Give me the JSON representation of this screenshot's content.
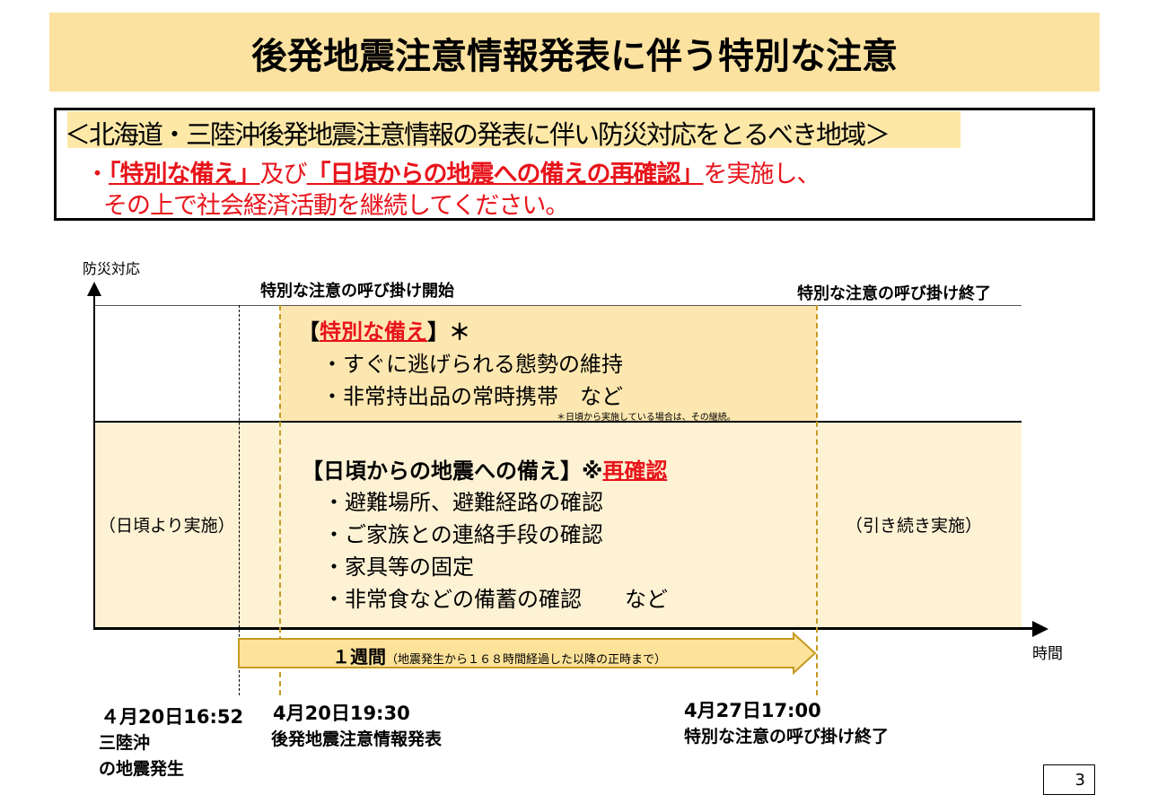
{
  "title": "後発地震注意情報発表に伴う特別な注意",
  "notice": {
    "heading": "＜北海道・三陸沖後発地震注意情報の発表に伴い防災対応をとるべき地域＞",
    "bullet": "・",
    "q1": "「特別な備え」",
    "mid": "及び",
    "q2": "「日頃からの地震への備えの再確認」",
    "end": "を実施し、",
    "line3": "その上で社会経済活動を継続してください。"
  },
  "chart": {
    "y_axis_label": "防災対応",
    "x_axis_label": "時間",
    "start_label": "特別な注意の呼び掛け開始",
    "end_label": "特別な注意の呼び掛け終了",
    "special": {
      "open": "【",
      "title": "特別な備え",
      "close": "】＊",
      "items": [
        "・すぐに逃げられる態勢の維持",
        "・非常持出品の常時携帯　など"
      ],
      "note": "＊日頃から実施している場合は、その継続。"
    },
    "daily": {
      "title": "【日頃からの地震への備え】※",
      "reconfirm": "再確認",
      "items": [
        "・避難場所、避難経路の確認",
        "・ご家族との連絡手段の確認",
        "・家具等の固定",
        "・非常食などの備蓄の確認　　など"
      ]
    },
    "before": "（日頃より実施）",
    "after": "（引き続き実施）",
    "period": "１週間",
    "period_note": "（地震発生から１６８時間経過した以降の正時まで）"
  },
  "events": [
    {
      "time": "４月20日16:52",
      "desc": [
        "三陸沖",
        "の地震発生"
      ]
    },
    {
      "time": "4月20日19:30",
      "desc": [
        "後発地震注意情報発表"
      ]
    },
    {
      "time": "4月27日17:00",
      "desc": [
        "特別な注意の呼び掛け終了"
      ]
    }
  ],
  "page_number": "3"
}
